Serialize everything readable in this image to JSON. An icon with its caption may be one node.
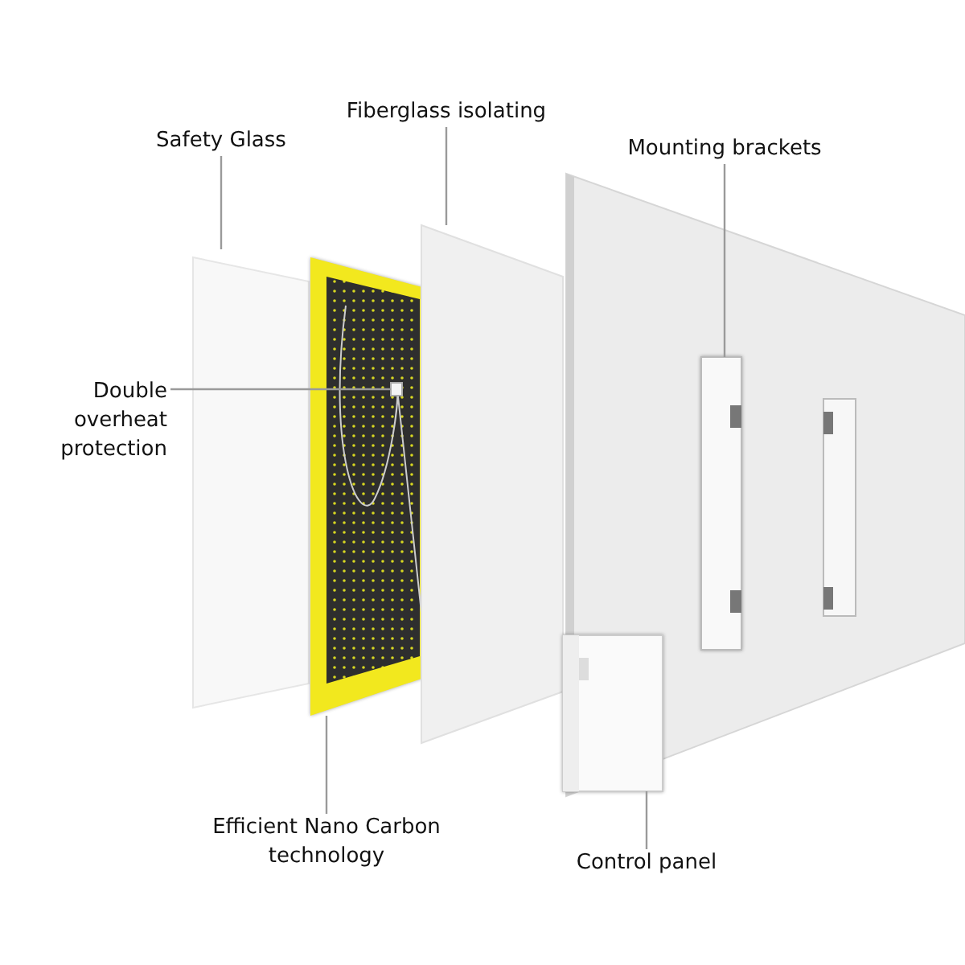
{
  "diagram": {
    "nodes": [
      {
        "text": [
          "Safety Glass"
        ]
      },
      {
        "text": [
          "Fiberglass isolating"
        ]
      },
      {
        "text": [
          "Mounting brackets"
        ]
      },
      {
        "text": [
          "Double overheat protection"
        ]
      },
      {
        "text": [
          "Efficient Nano Carbon technology"
        ]
      },
      {
        "text": [
          "Control panel"
        ]
      },
      {
        "text": [],
        "shape": "box"
      },
      {
        "text": [],
        "shape": "picture"
      },
      {
        "text": [],
        "shape": "box",
        "in": 7
      },
      {
        "text": [],
        "shape": "box"
      },
      {
        "text": [],
        "shape": "picture"
      },
      {
        "text": [],
        "shape": "picture"
      }
    ],
    "edges": [
      {
        "from": 0,
        "to": 6,
        "arrow": "none"
      },
      {
        "from": 1,
        "to": 9,
        "arrow": "none"
      },
      {
        "from": 2,
        "to": 10,
        "arrow": "none"
      },
      {
        "from": 3,
        "to": 8,
        "arrow": "none"
      },
      {
        "from": 4,
        "to": 7,
        "arrow": "none"
      },
      {
        "from": 5,
        "to": 11,
        "arrow": "none"
      }
    ]
  }
}
